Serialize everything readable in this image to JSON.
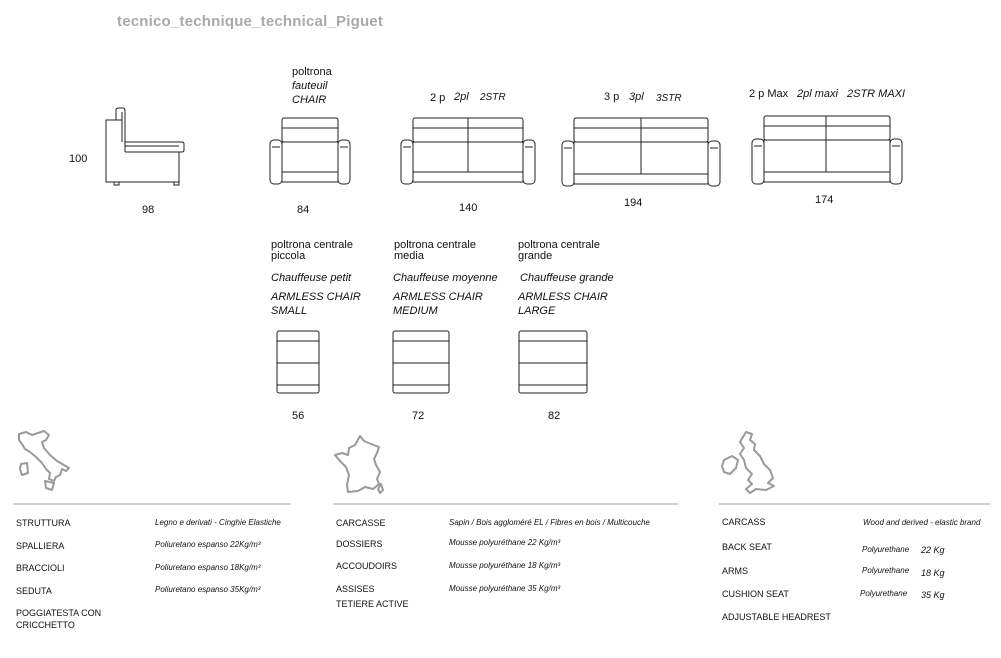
{
  "title": "tecnico_technique_technical_Piguet",
  "side_view": {
    "height": "100",
    "depth": "98"
  },
  "models": {
    "chair": {
      "it": "poltrona",
      "fr": "fauteuil",
      "en": "CHAIR",
      "width": "84"
    },
    "sofa2": {
      "it": "2 p",
      "fr": "2pl",
      "en": "2STR",
      "width": "140"
    },
    "sofa3": {
      "it": "3 p",
      "fr": "3pl",
      "en": "3STR",
      "width": "194"
    },
    "sofa2max": {
      "it": "2 p Max",
      "fr": "2pl maxi",
      "en": "2STR MAXI",
      "width": "174"
    }
  },
  "armless": [
    {
      "it": "poltrona centrale piccola",
      "fr": "Chauffeuse petit",
      "en1": "ARMLESS CHAIR",
      "en2": "SMALL",
      "width": "56"
    },
    {
      "it": "poltrona centrale media",
      "fr": "Chauffeuse moyenne",
      "en1": "ARMLESS CHAIR",
      "en2": "MEDIUM",
      "width": "72"
    },
    {
      "it": "poltrona centrale grande",
      "fr": "Chauffeuse grande",
      "en1": "ARMLESS CHAIR",
      "en2": "LARGE",
      "width": "82"
    }
  ],
  "specs": {
    "italian": [
      {
        "label": "STRUTTURA",
        "value": "Legno e derivati - Cinghie Elastiche"
      },
      {
        "label": "SPALLIERA",
        "value": "Poliuretano espanso 22Kg/m³"
      },
      {
        "label": "BRACCIOLI",
        "value": "Poliuretano espanso 18Kg/m³"
      },
      {
        "label": "SEDUTA",
        "value": "Poliuretano espanso 35Kg/m³"
      },
      {
        "label": "POGGIATESTA CON CRICCHETTO",
        "value": ""
      }
    ],
    "french": [
      {
        "label": "CARCASSE",
        "value": "Sapin / Bois aggloméré EL / Fibres en bois / Multicouche"
      },
      {
        "label": "DOSSIERS",
        "value": "Mousse polyuréthane 22 Kg/m³"
      },
      {
        "label": "ACCOUDOIRS",
        "value": "Mousse polyuréthane 18 Kg/m³"
      },
      {
        "label": "ASSISES",
        "value": "Mousse polyuréthane 35 Kg/m³"
      },
      {
        "label": "TETIERE ACTIVE",
        "value": ""
      }
    ],
    "english": [
      {
        "label": "CARCASS",
        "value": "Wood and derived - elastic brand",
        "density": ""
      },
      {
        "label": "BACK SEAT",
        "value": "Polyurethane",
        "density": "22 Kg"
      },
      {
        "label": "ARMS",
        "value": "Polyurethane",
        "density": "18 Kg"
      },
      {
        "label": "CUSHION SEAT",
        "value": "Polyurethane",
        "density": "35 Kg"
      },
      {
        "label": "ADJUSTABLE HEADREST",
        "value": "",
        "density": ""
      }
    ]
  },
  "colors": {
    "title": "#a9a9a9",
    "rule": "#cfcfcf",
    "map": "#9a9a9a",
    "line": "#222222"
  }
}
